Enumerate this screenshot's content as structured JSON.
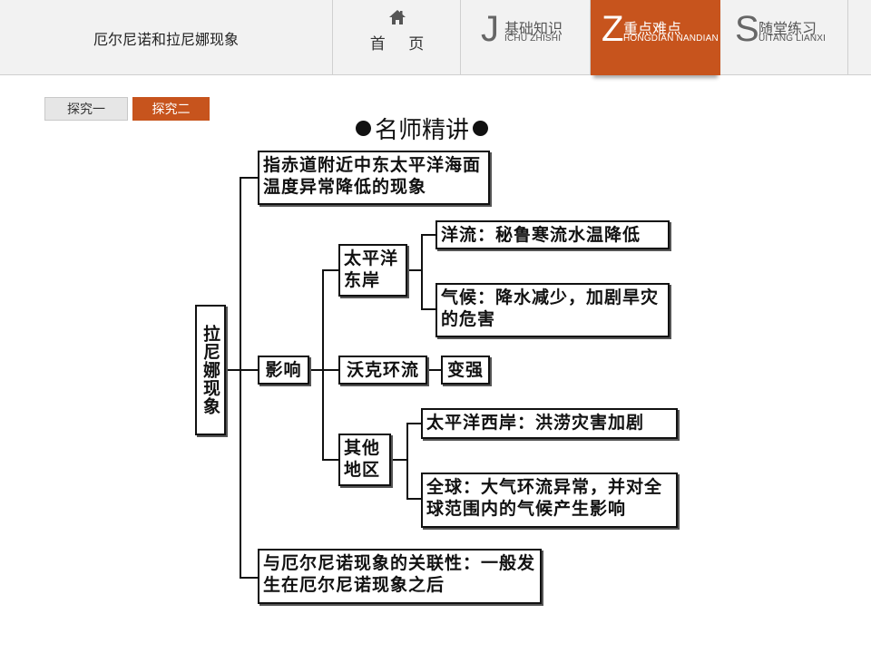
{
  "header": {
    "lesson_title": "厄尔尼诺和拉尼娜现象",
    "home_label": "首 页",
    "tabs": [
      {
        "letter": "J",
        "label": "基础知识",
        "pinyin": "ICHU ZHISHI"
      },
      {
        "letter": "Z",
        "label": "重点难点",
        "pinyin": "HONGDIAN NANDIAN"
      },
      {
        "letter": "S",
        "label": "随堂练习",
        "pinyin": "UITANG LIANXI"
      }
    ],
    "active_tab_color": "#c7541d"
  },
  "subtabs": [
    "探究一",
    "探究二"
  ],
  "heading": "名师精讲",
  "mindmap": {
    "root": "拉尼娜现象",
    "definition": "指赤道附近中东太平洋海面温度异常降低的现象",
    "influence": {
      "label": "影响",
      "pacific_east": {
        "label": "太平洋东岸",
        "ocean_current": "洋流：秘鲁寒流水温降低",
        "climate": "气候：降水减少，加剧旱灾的危害"
      },
      "walker": {
        "label": "沃克环流",
        "effect": "变强"
      },
      "other": {
        "label": "其他地区",
        "pacific_west": "太平洋西岸：洪涝灾害加剧",
        "global": "全球：大气环流异常，并对全球范围内的气候产生影响"
      }
    },
    "relation": "与厄尔尼诺现象的关联性：一般发生在厄尔尼诺现象之后"
  }
}
